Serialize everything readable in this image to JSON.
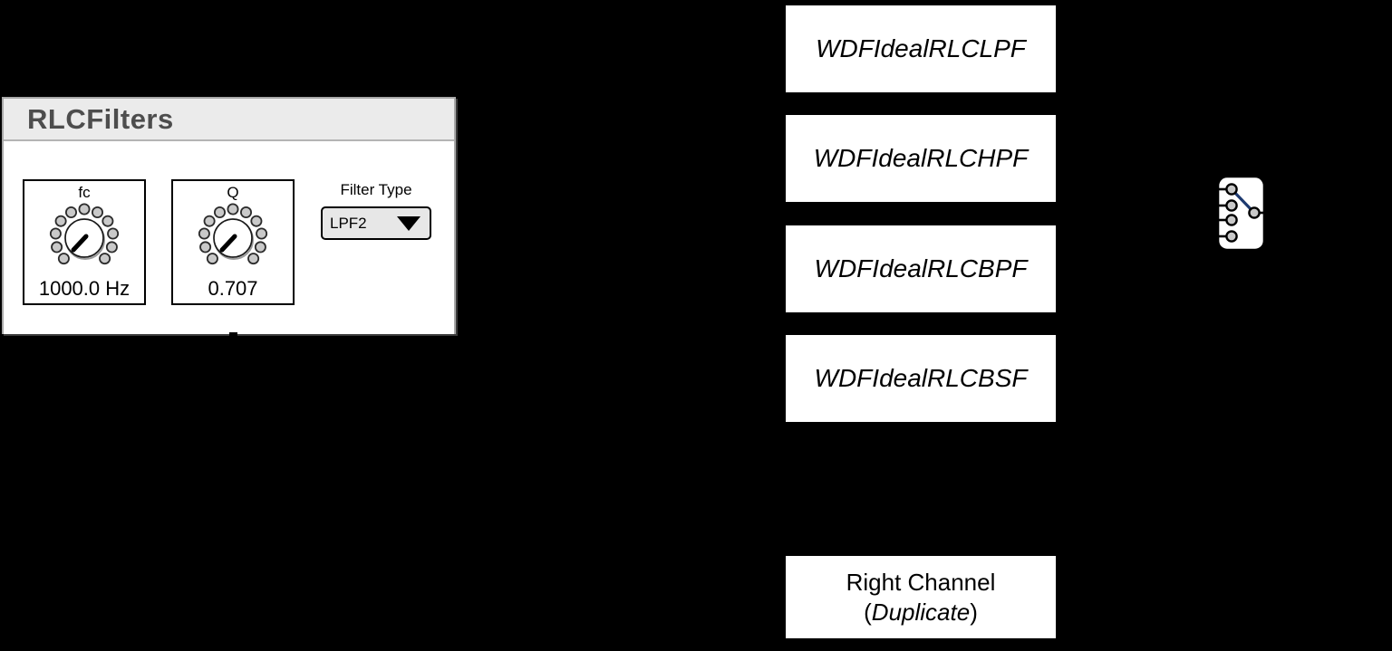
{
  "panel": {
    "title": "RLCFilters",
    "knobs": [
      {
        "label": "fc",
        "value": "1000.0 Hz"
      },
      {
        "label": "Q",
        "value": "0.707"
      }
    ],
    "dropdown": {
      "label": "Filter Type",
      "value": "LPF2"
    }
  },
  "blocks": [
    {
      "label": "WDFIdealRLCLPF"
    },
    {
      "label": "WDFIdealRLCHPF"
    },
    {
      "label": "WDFIdealRLCBPF"
    },
    {
      "label": "WDFIdealRLCBSF"
    }
  ],
  "output_block": {
    "line1": "Right Channel",
    "paren_open": "(",
    "line2": "Duplicate",
    "paren_close": ")"
  },
  "colors": {
    "switch_line": "#1e3a70",
    "knob_dot_fill": "#c9c9c9"
  }
}
